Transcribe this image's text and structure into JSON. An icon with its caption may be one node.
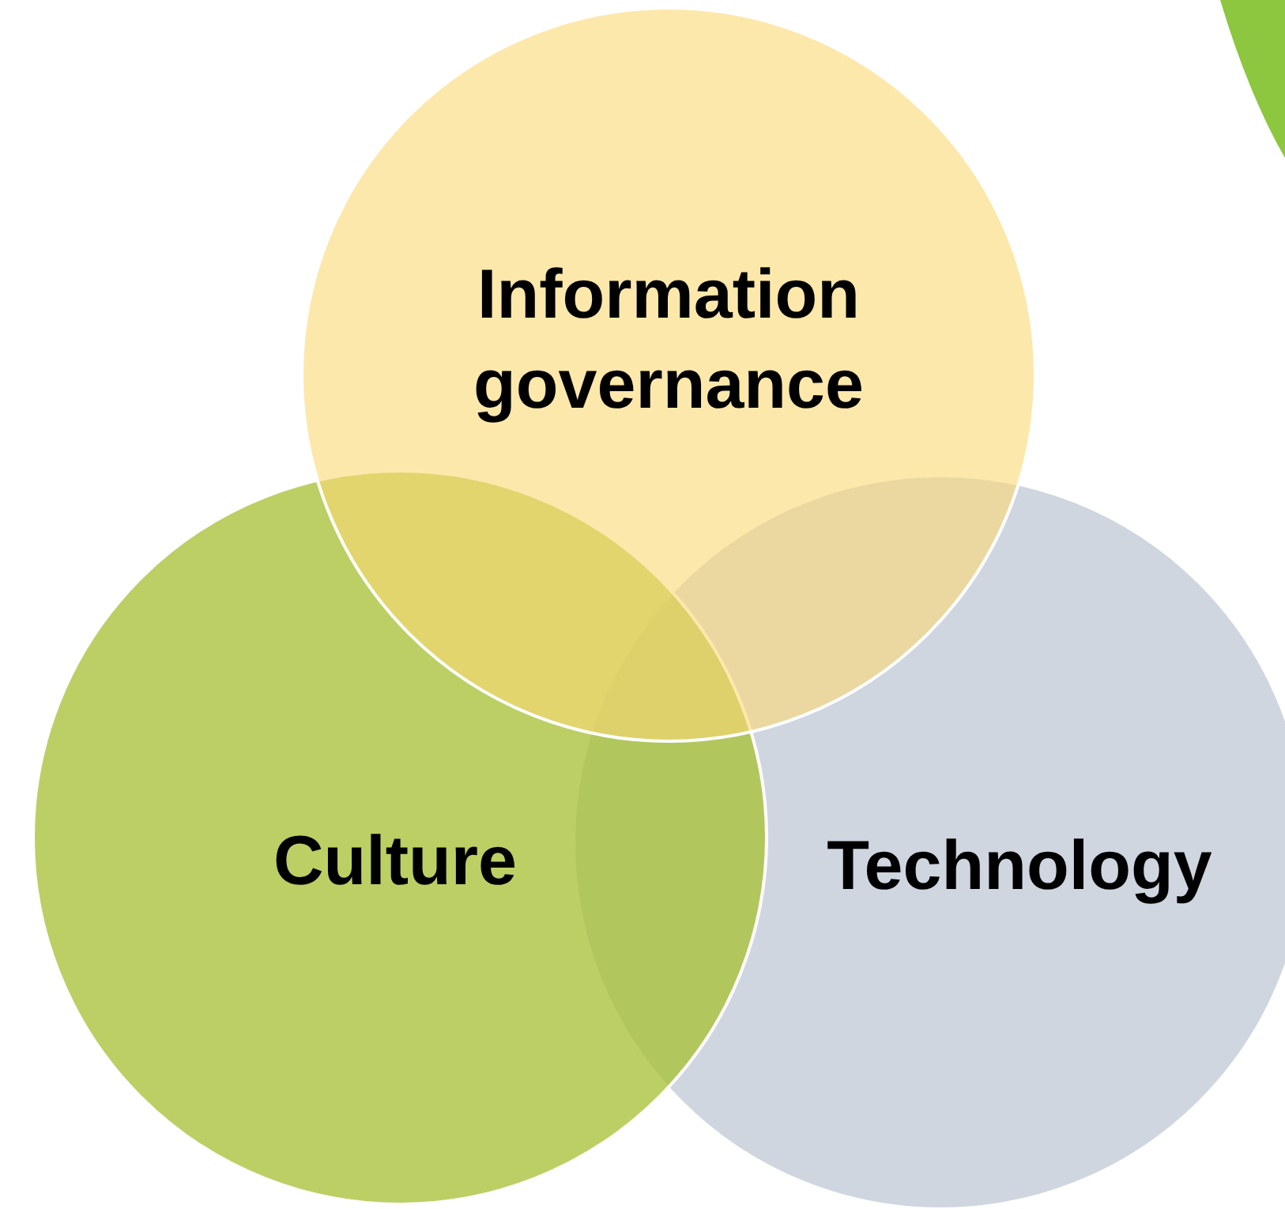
{
  "diagram": {
    "nodes": [
      {
        "text": [
          "Information governance"
        ]
      },
      {
        "text": [
          "Culture"
        ]
      },
      {
        "text": [
          "Technology"
        ]
      }
    ]
  }
}
